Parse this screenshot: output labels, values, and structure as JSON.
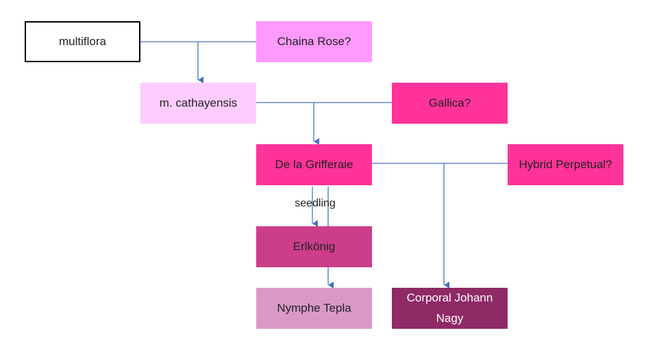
{
  "nodes": {
    "multiflora": {
      "label": "multiflora",
      "color": "#ffffff"
    },
    "chaina_rose": {
      "label": "Chaina Rose?",
      "color": "#ff99ff"
    },
    "m_cathayensis": {
      "label": "m. cathayensis",
      "color": "#ffccff"
    },
    "gallica": {
      "label": "Gallica?",
      "color": "#ff3399"
    },
    "de_la_grifferaie": {
      "label": "De la Grifferaie",
      "color": "#ff3399"
    },
    "hybrid_perpetual": {
      "label": "Hybrid Perpetual?",
      "color": "#ff3399"
    },
    "erlkonig": {
      "label": "Erlkönig",
      "color": "#cc3d8a"
    },
    "nymphe_tepla": {
      "label": "Nymphe Tepla",
      "color": "#d999c7"
    },
    "corporal_johann_nagy": {
      "label": "Corporal Johann Nagy",
      "color": "#8f2a66"
    }
  },
  "edge_labels": {
    "seedling": "seedling"
  },
  "connector_color": "#4472c4"
}
